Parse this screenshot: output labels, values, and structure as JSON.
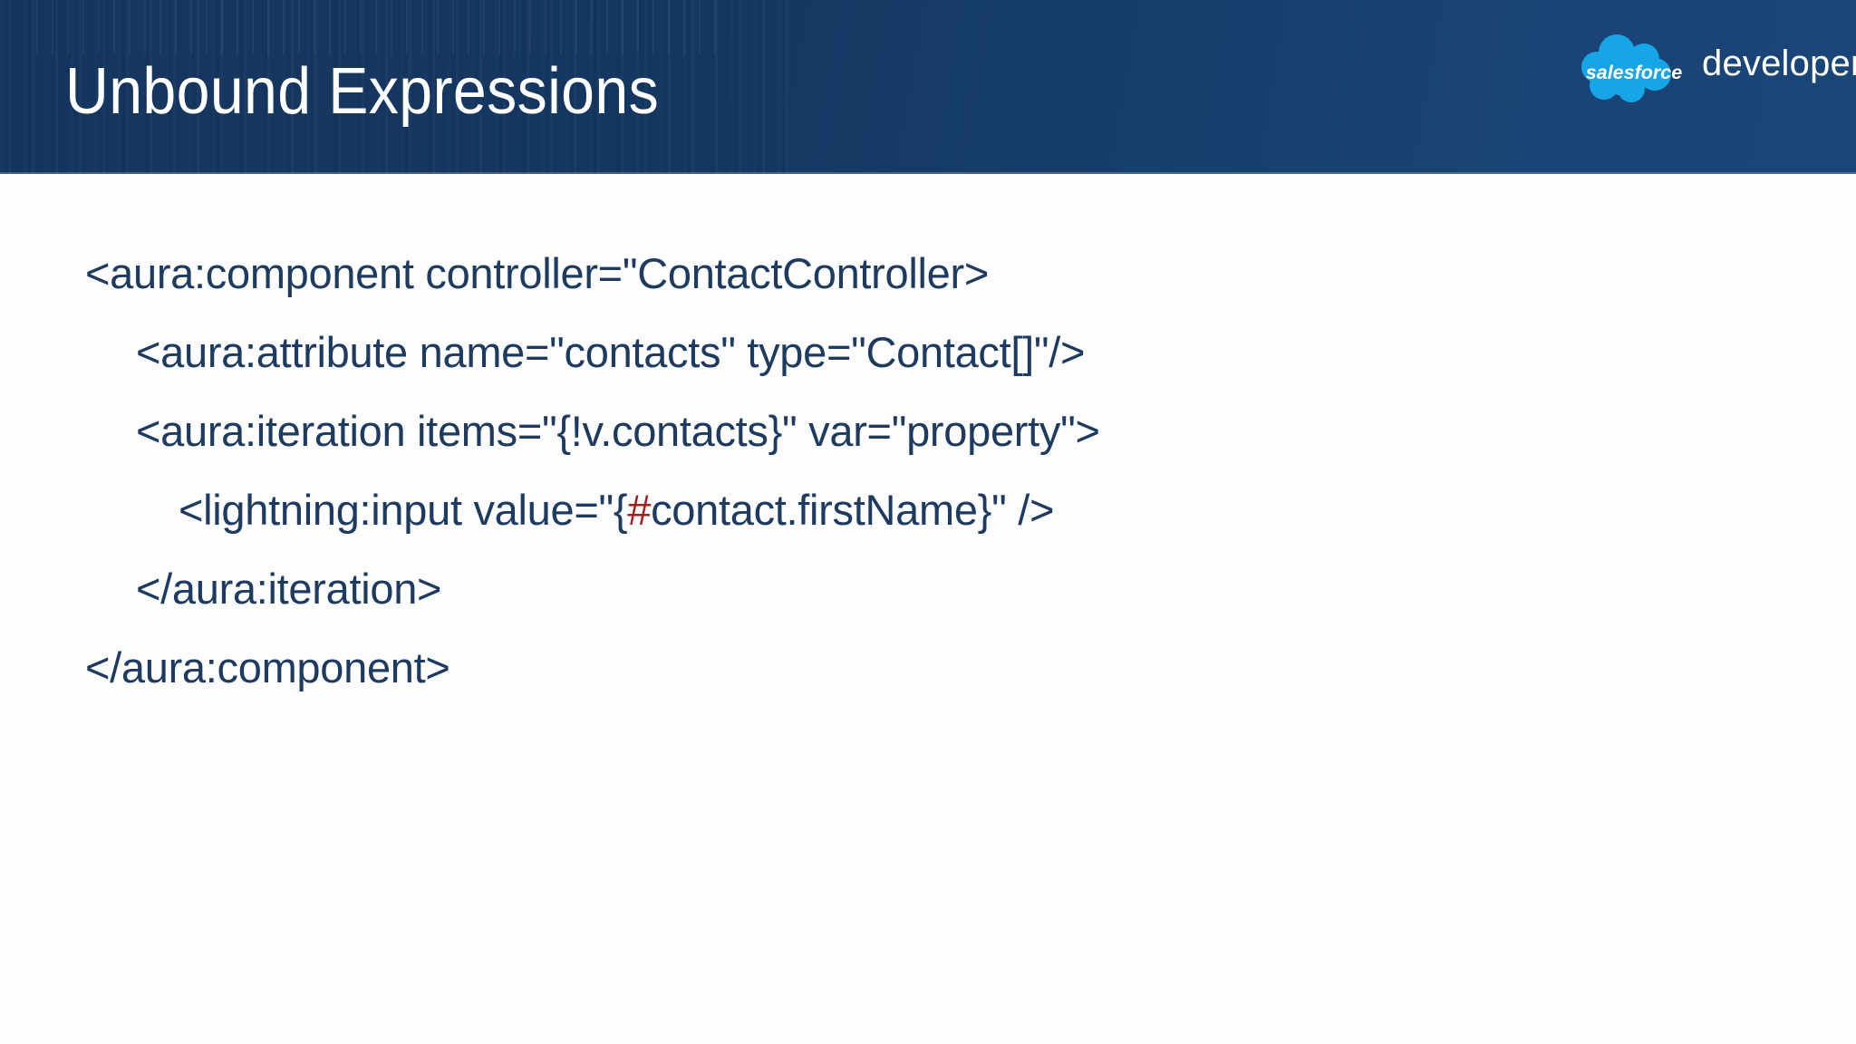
{
  "slide": {
    "title": "Unbound Expressions",
    "header_gradient_from": "#13355f",
    "header_gradient_to": "#1a4577",
    "title_color": "#ffffff",
    "body_background": "#ffffff"
  },
  "logo": {
    "cloud_label": "salesforce",
    "wordmark": "developers",
    "cloud_color": "#16a6e8",
    "text_color": "#ffffff"
  },
  "code": {
    "text_color": "#1d3a60",
    "highlight_color": "#a02122",
    "lines": [
      {
        "indent": 0,
        "text": "<aura:component controller=\"ContactController>"
      },
      {
        "indent": 1,
        "text": "<aura:attribute name=\"contacts\" type=\"Contact[]\"/>"
      },
      {
        "indent": 1,
        "text": "<aura:iteration items=\"{!v.contacts}\" var=\"property\">"
      },
      {
        "indent": 2,
        "pre": "<lightning:input value=\"{",
        "highlight": "#",
        "post": "contact.firstName}\" />"
      },
      {
        "indent": 1,
        "text": "</aura:iteration>"
      },
      {
        "indent": 0,
        "text": "</aura:component>"
      }
    ]
  }
}
